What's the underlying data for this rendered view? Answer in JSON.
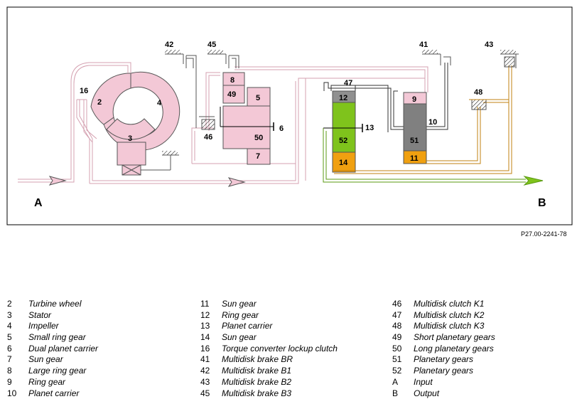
{
  "diagram": {
    "labels": {
      "l2": "2",
      "l3": "3",
      "l4": "4",
      "l5": "5",
      "l6": "6",
      "l7": "7",
      "l8": "8",
      "l9": "9",
      "l10": "10",
      "l11": "11",
      "l12": "12",
      "l13": "13",
      "l14": "14",
      "l16": "16",
      "l41": "41",
      "l42": "42",
      "l43": "43",
      "l45": "45",
      "l46": "46",
      "l47": "47",
      "l48": "48",
      "l49": "49",
      "l50": "50",
      "l51": "51",
      "l52": "52",
      "A": "A",
      "B": "B"
    },
    "colors": {
      "pink": "#f3c8d6",
      "pink_line": "#f5d0dc",
      "dark": "#1a1a1a",
      "green": "#7fc31c",
      "orange": "#f0a010",
      "gray": "#808080",
      "frame": "#000000"
    }
  },
  "figure_code": "P27.00-2241-78",
  "legend": {
    "col1": [
      {
        "num": "2",
        "text": "Turbine wheel"
      },
      {
        "num": "3",
        "text": "Stator"
      },
      {
        "num": "4",
        "text": "Impeller"
      },
      {
        "num": "5",
        "text": "Small ring gear"
      },
      {
        "num": "6",
        "text": "Dual planet carrier"
      },
      {
        "num": "7",
        "text": "Sun gear"
      },
      {
        "num": "8",
        "text": "Large ring gear"
      },
      {
        "num": "9",
        "text": "Ring gear"
      },
      {
        "num": "10",
        "text": "Planet carrier"
      }
    ],
    "col2": [
      {
        "num": "11",
        "text": "Sun gear"
      },
      {
        "num": "12",
        "text": "Ring gear"
      },
      {
        "num": "13",
        "text": "Planet carrier"
      },
      {
        "num": "14",
        "text": "Sun gear"
      },
      {
        "num": "16",
        "text": "Torque converter lockup clutch"
      },
      {
        "num": "41",
        "text": "Multidisk brake BR"
      },
      {
        "num": "42",
        "text": "Multidisk brake B1"
      },
      {
        "num": "43",
        "text": "Multidisk brake B2"
      },
      {
        "num": "45",
        "text": "Multidisk brake B3"
      }
    ],
    "col3": [
      {
        "num": "46",
        "text": "Multidisk clutch K1"
      },
      {
        "num": "47",
        "text": "Multidisk clutch K2"
      },
      {
        "num": "48",
        "text": "Multidisk clutch K3"
      },
      {
        "num": "49",
        "text": "Short planetary gears"
      },
      {
        "num": "50",
        "text": "Long planetary gears"
      },
      {
        "num": "51",
        "text": "Planetary gears"
      },
      {
        "num": "52",
        "text": "Planetary gears"
      },
      {
        "num": "A",
        "text": "Input"
      },
      {
        "num": "B",
        "text": "Output"
      }
    ]
  }
}
